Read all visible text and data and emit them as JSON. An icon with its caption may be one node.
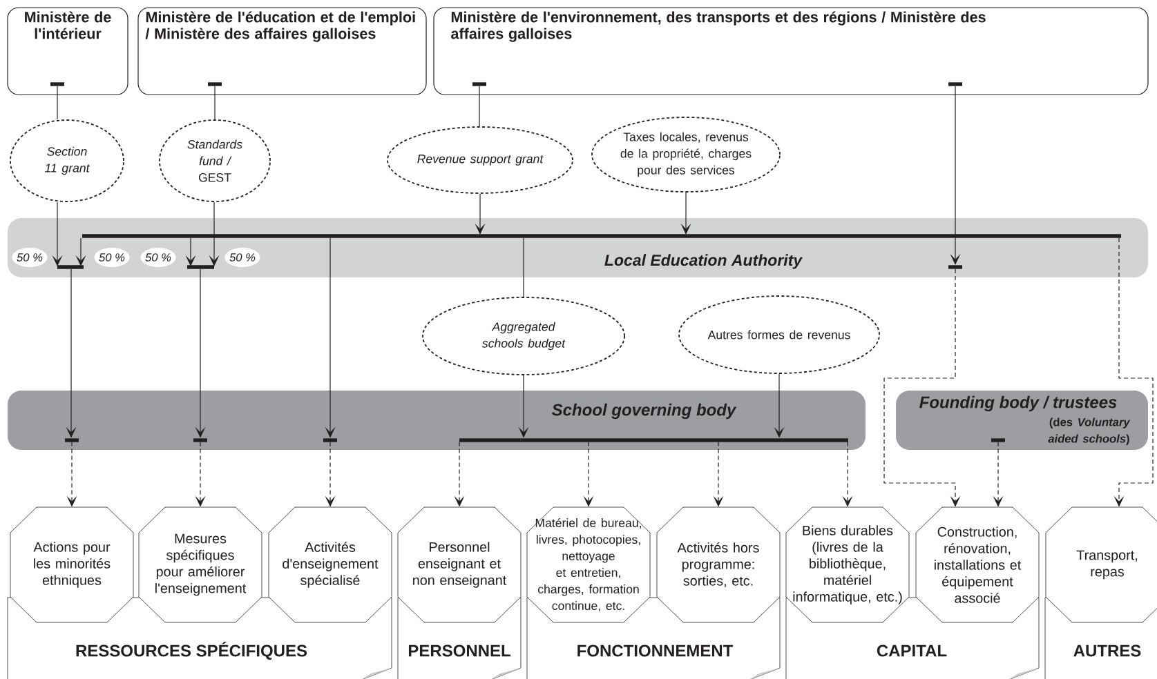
{
  "diagram": {
    "nodes": [
      {
        "text": [
          "Ministère de l'intérieur"
        ]
      },
      {
        "text": [
          "Ministère de l'éducation et de l'emploi / Ministère des affaires galloises"
        ]
      },
      {
        "text": [
          "Ministère de l'environnement, des transports et des régions / Ministère des affaires galloises"
        ]
      },
      {
        "text": [
          "Section 11 grant"
        ]
      },
      {
        "text": [
          "*Standards fund /* GEST"
        ]
      },
      {
        "text": [
          "Revenue support grant"
        ]
      },
      {
        "text": [
          "Taxes locales, revenus de la propriété, charges pour des services"
        ]
      },
      {
        "text": [
          "Local Education Authority"
        ]
      },
      {
        "text": [
          "50 %"
        ],
        "in": 7
      },
      {
        "text": [
          "50 %"
        ],
        "in": 7
      },
      {
        "text": [
          "50 %"
        ],
        "in": 7
      },
      {
        "text": [
          "50 %"
        ],
        "in": 7
      },
      {
        "text": [
          "Aggregated schools budget"
        ]
      },
      {
        "text": [
          "Autres formes de revenus"
        ]
      },
      {
        "text": [
          "School governing body"
        ]
      },
      {
        "text": [
          "Founding body / trustees",
          "(des *Voluntary aided schools*)"
        ]
      },
      {
        "text": [
          "RESSOURCES SPÉCIFIQUES"
        ]
      },
      {
        "text": [
          "Actions pour les minorités ethniques"
        ]
      },
      {
        "text": [
          "Mesures spécifiques pour améliorer l'enseignement"
        ]
      },
      {
        "text": [
          "Activités d'enseignement spécialisé"
        ]
      },
      {
        "text": [
          "PERSONNEL"
        ]
      },
      {
        "text": [
          "Personnel enseignant et non enseignant"
        ]
      },
      {
        "text": [
          "FONCTIONNEMENT"
        ]
      },
      {
        "text": [
          "Matériel de bureau, livres, photocopies, nettoyage et entretien, charges, formation continue, etc."
        ]
      },
      {
        "text": [
          "Activités hors programme: sorties, etc."
        ]
      },
      {
        "text": [
          "CAPITAL"
        ]
      },
      {
        "text": [
          "Biens durables (livres de la bibliothèque, matériel informatique, etc.)"
        ]
      },
      {
        "text": [
          "Construction, rénovation, installations et équipement associé"
        ]
      },
      {
        "text": [
          "AUTRES"
        ]
      },
      {
        "text": [
          "Transport, repas"
        ]
      },
      {
        "text": [],
        "shape": "bar",
        "in": 7
      },
      {
        "text": [],
        "shape": "bar",
        "in": 7
      },
      {
        "text": [],
        "shape": "bar",
        "in": 0
      },
      {
        "text": [],
        "shape": "bar",
        "in": 1
      },
      {
        "text": [],
        "shape": "bar",
        "in": 2
      },
      {
        "text": [],
        "shape": "bar",
        "in": 2
      },
      {
        "text": [],
        "shape": "bar",
        "in": 7
      },
      {
        "text": [],
        "shape": "bar",
        "in": 7
      }
    ],
    "edges": [
      {
        "from": 32,
        "to": 3,
        "arrow": "none"
      },
      {
        "from": 33,
        "to": 4,
        "arrow": "none"
      },
      {
        "from": 34,
        "to": 5,
        "arrow": "none"
      },
      {
        "from": 35,
        "to": 36,
        "arrow": "to"
      },
      {
        "from": 3,
        "to": 30,
        "arrow": "to"
      },
      {
        "from": 4,
        "to": 31,
        "arrow": "to"
      },
      {
        "from": 5,
        "to": 37,
        "arrow": "to"
      },
      {
        "from": 6,
        "to": 37,
        "arrow": "to"
      },
      {
        "from": 37,
        "to": 12,
        "arrow": "none"
      },
      {
        "from": 12,
        "to": 14,
        "arrow": "to"
      },
      {
        "from": 13,
        "to": 14,
        "arrow": "to"
      },
      {
        "from": 30,
        "to": 14,
        "arrow": "to"
      },
      {
        "from": 31,
        "to": 14,
        "arrow": "to"
      },
      {
        "from": 37,
        "to": 14,
        "arrow": "to"
      },
      {
        "from": 36,
        "to": 27,
        "arrow": "to",
        "style": "dashed"
      },
      {
        "from": 37,
        "to": 29,
        "arrow": "to",
        "style": "dashed"
      },
      {
        "from": 15,
        "to": 27,
        "arrow": "to",
        "style": "dashed"
      },
      {
        "from": 14,
        "to": 17,
        "arrow": "to",
        "style": "dashed"
      },
      {
        "from": 14,
        "to": 18,
        "arrow": "to",
        "style": "dashed"
      },
      {
        "from": 14,
        "to": 19,
        "arrow": "to",
        "style": "dashed"
      },
      {
        "from": 14,
        "to": 21,
        "arrow": "to",
        "style": "dashed"
      },
      {
        "from": 14,
        "to": 23,
        "arrow": "to",
        "style": "dashed"
      },
      {
        "from": 14,
        "to": 24,
        "arrow": "to",
        "style": "dashed"
      },
      {
        "from": 14,
        "to": 26,
        "arrow": "to",
        "style": "dashed"
      },
      {
        "from": 37,
        "to": 30,
        "arrow": "to"
      },
      {
        "from": 37,
        "to": 31,
        "arrow": "to"
      }
    ]
  }
}
